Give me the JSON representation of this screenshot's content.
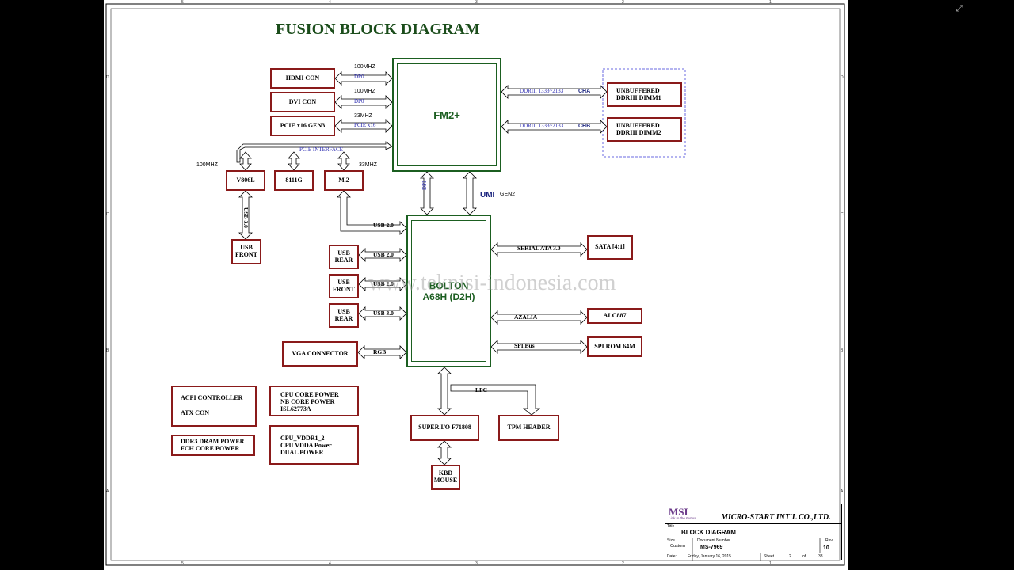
{
  "title": "FUSION BLOCK DIAGRAM",
  "watermark": "www.teknisi-indonesia.com",
  "ruler": {
    "top": [
      "5",
      "4",
      "3",
      "2",
      "1"
    ],
    "bottom": [
      "5",
      "4",
      "3",
      "2",
      "1"
    ],
    "left": [
      "D",
      "C",
      "B",
      "A"
    ],
    "right": [
      "D",
      "C",
      "B",
      "A"
    ]
  },
  "chips": {
    "fm2": "FM2+",
    "bolton_line1": "BOLTON",
    "bolton_line2": "A68H (D2H)"
  },
  "blocks": {
    "hdmi": "HDMI CON",
    "dvi": "DVI CON",
    "pcie": "PCIE x16 GEN3",
    "dimm1_l1": "UNBUFFERED",
    "dimm1_l2": "DDRIII  DIMM1",
    "dimm2_l1": "UNBUFFERED",
    "dimm2_l2": "DDRIII  DIMM2",
    "v806l": "V806L",
    "b8111g": "8111G",
    "m2": "M.2",
    "usb_front_top_l1": "USB",
    "usb_front_top_l2": "FRONT",
    "usb_rear1_l1": "USB",
    "usb_rear1_l2": "REAR",
    "usb_front_l1": "USB",
    "usb_front_l2": "FRONT",
    "usb_rear2_l1": "USB",
    "usb_rear2_l2": "REAR",
    "vga": "VGA CONNECTOR",
    "sata": "SATA [4:1]",
    "alc": "ALC887",
    "spirom": "SPI ROM 64M",
    "superio": "SUPER I/O F71808",
    "tpm": "TPM HEADER",
    "kbd_l1": "KBD",
    "kbd_l2": "MOUSE",
    "acpi_l1": "ACPI CONTROLLER",
    "acpi_l2": "ATX CON",
    "cpucore_l1": "CPU CORE POWER",
    "cpucore_l2": "NB CORE POWER",
    "cpucore_l3": "ISL62773A",
    "ddr3_l1": "DDR3 DRAM POWER",
    "ddr3_l2": "FCH CORE POWER",
    "vddr_l1": "CPU_VDDR1_2",
    "vddr_l2": "CPU VDDA Power",
    "vddr_l3": "DUAL POWER"
  },
  "labels": {
    "hdmi_freq": "100MHZ",
    "hdmi_sig": "DP0",
    "dvi_freq": "100MHZ",
    "dvi_sig": "DP0",
    "pcie_freq": "33MHZ",
    "pcie_sig": "PCIE x16",
    "pcie_interface": "PCIE INTERFACE",
    "freq_left": "100MHZ",
    "freq_right": "33MHZ",
    "cha_sig": "DDRIII 1333~2133",
    "cha": "CHA",
    "chb_sig": "DDRIII 1333~2133",
    "chb": "CHB",
    "dpi": "DPI",
    "umi": "UMI",
    "gen2": "GEN2",
    "usb30_vertical": "USB 3.0",
    "m2_usb": "USB 2.0",
    "rear1_usb": "USB 2.0",
    "front_usb": "USB 2.0",
    "rear2_usb": "USB 3.0",
    "rgb": "RGB",
    "serial_ata": "SERIAL ATA 3.0",
    "azalia": "AZALIA",
    "spi_bus": "SPI Bus",
    "lpc": "LPC"
  },
  "titleblock": {
    "company": "MICRO-START INT'L CO.,LTD.",
    "logo": "MSI",
    "tagline": "Link to the Future",
    "title_label": "Title",
    "title": "BLOCK DIAGRAM",
    "size_label": "Size",
    "size": "Custom",
    "docnum_label": "Document Number",
    "docnum": "MS-7969",
    "rev_label": "Rev",
    "rev": "10",
    "date_label": "Date:",
    "date": "Friday, January 16, 2015",
    "sheet_label": "Sheet",
    "sheet": "2",
    "of_label": "of",
    "of": "38"
  },
  "colors": {
    "box_border": "#8a1a1a",
    "chip_border": "#1b5e20",
    "title": "#1b4d1b",
    "signal": "#2a2ab0",
    "dimm_group_border": "#6a6ae0"
  }
}
